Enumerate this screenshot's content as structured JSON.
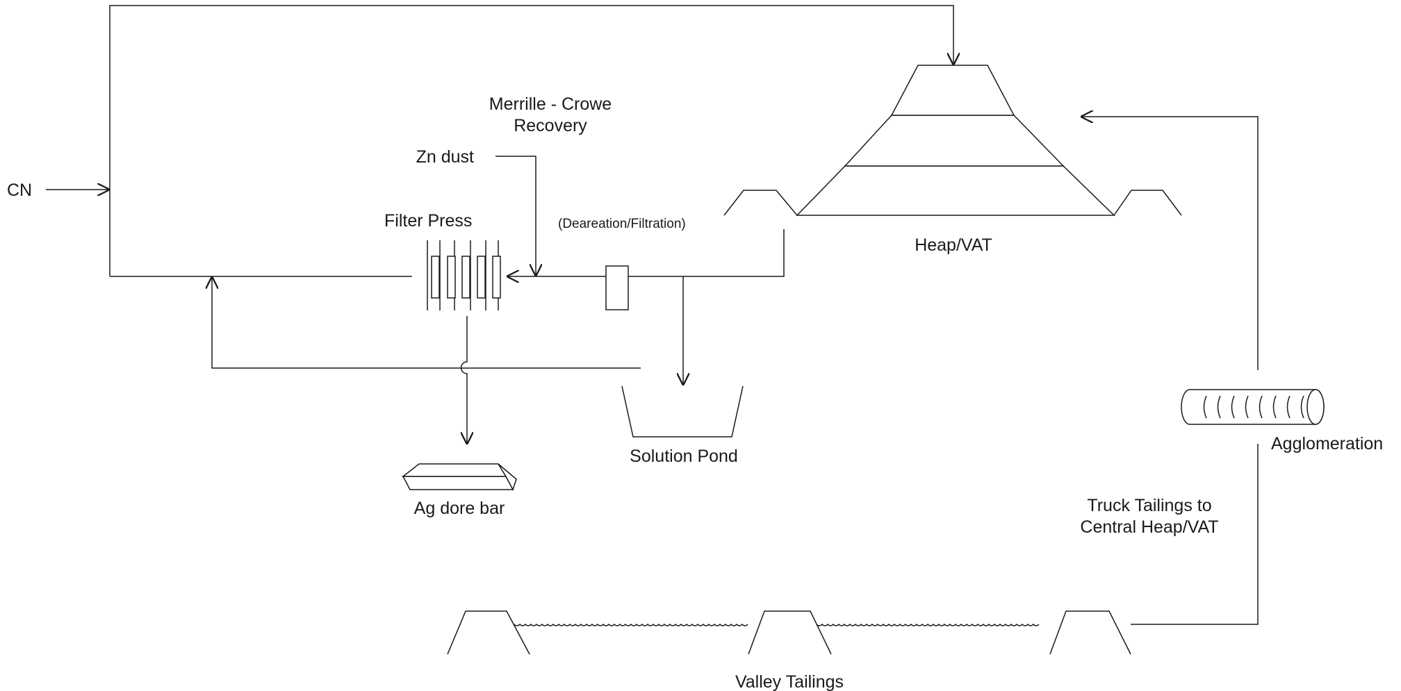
{
  "labels": {
    "cn": "CN",
    "merrill_crowe": [
      "Merrille - Crowe",
      "Recovery"
    ],
    "zn_dust": "Zn dust",
    "filter_press": "Filter Press",
    "dearation": "(Deareation/Filtration)",
    "heap_vat": "Heap/VAT",
    "solution_pond": "Solution Pond",
    "ag_dore_bar": "Ag dore bar",
    "agglomeration": "Agglomeration",
    "truck_tailings": [
      "Truck Tailings to",
      "Central Heap/VAT"
    ],
    "valley_tailings": "Valley Tailings"
  }
}
